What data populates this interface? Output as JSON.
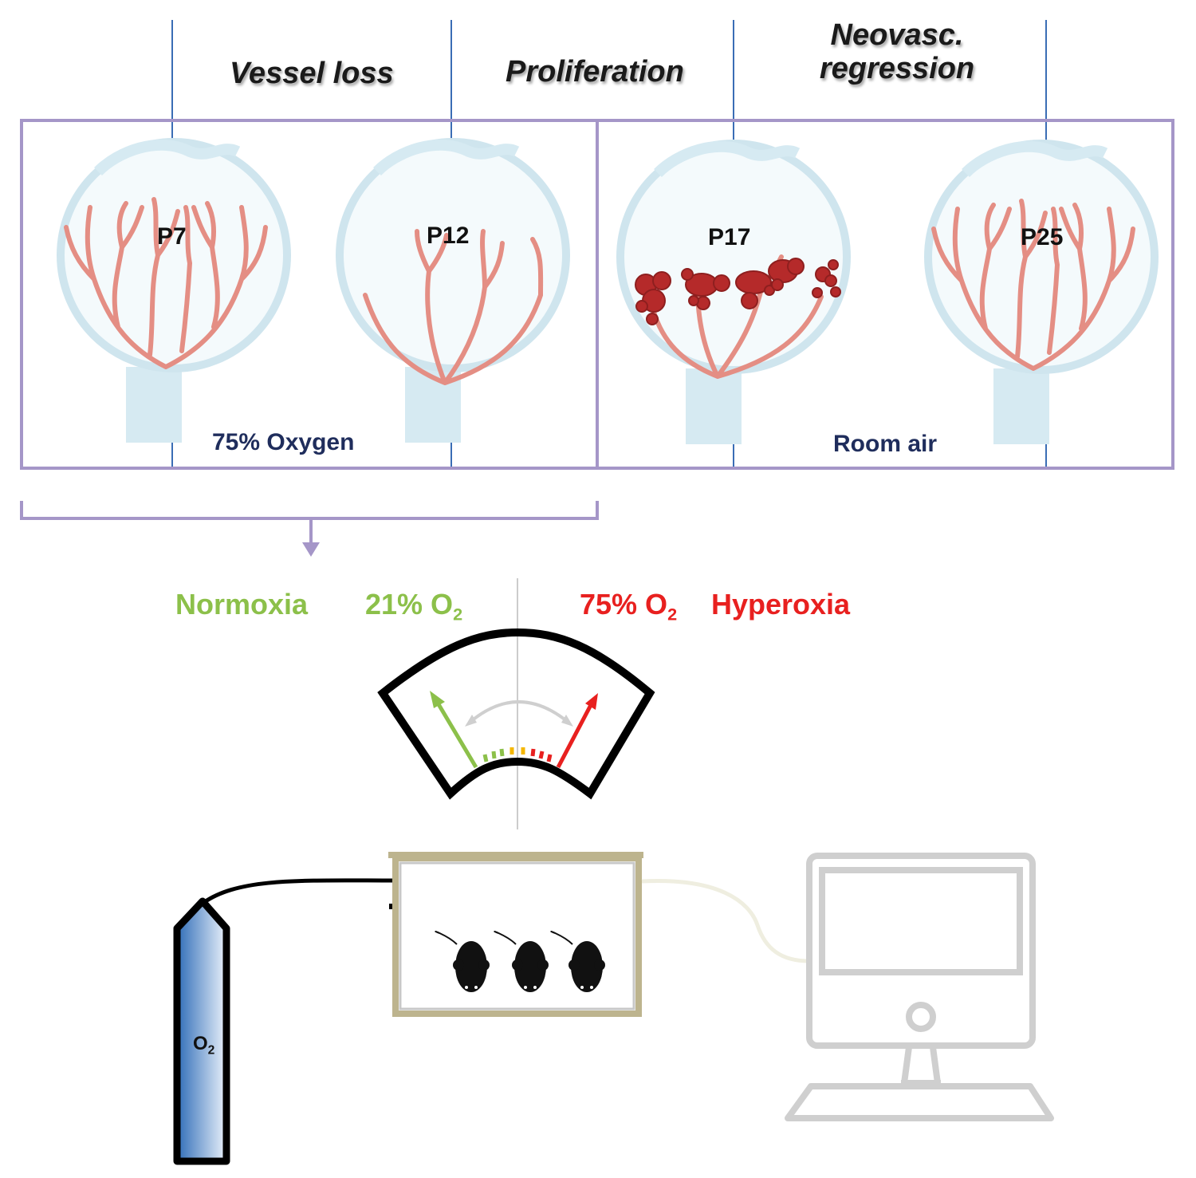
{
  "phases": {
    "vessel_loss": "Vessel loss",
    "proliferation": "Proliferation",
    "regression_line1": "Neovasc.",
    "regression_line2": "regression"
  },
  "timepoints": [
    "P7",
    "P12",
    "P17",
    "P25"
  ],
  "conditions": {
    "oxygen": "75% Oxygen",
    "room_air": "Room air"
  },
  "gauge": {
    "normoxia": "Normoxia",
    "normoxia_level_main": "21% O",
    "normoxia_level_sub": "2",
    "hyperoxia_level_main": "75% O",
    "hyperoxia_level_sub": "2",
    "hyperoxia": "Hyperoxia"
  },
  "tank": {
    "main": "O",
    "sub": "2"
  },
  "colors": {
    "frame": "#a596c8",
    "timeline": "#3a6db5",
    "vessel": "#e48e84",
    "neovascular_tuft": "#b52a2a",
    "eye": "#d6eaf2",
    "normoxia": "#8cc04a",
    "hyperoxia": "#e8201f",
    "chamber": "#bdb48e",
    "tank": "#3b78c4",
    "computer": "#cfcfcf"
  }
}
